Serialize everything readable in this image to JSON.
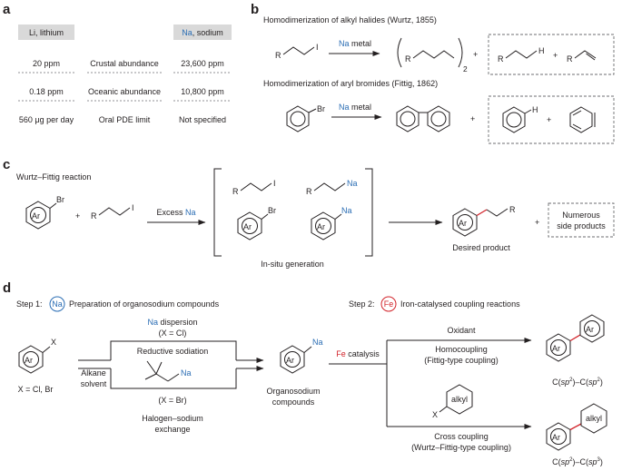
{
  "panels": {
    "a": "a",
    "b": "b",
    "c": "c",
    "d": "d"
  },
  "colors": {
    "sodium_blue": "#2a6db4",
    "new_bond_red": "#d2232a",
    "header_grey": "#d9d9d9"
  },
  "panel_a": {
    "left_header": "Li, lithium",
    "right_header_symbol": "Na",
    "right_header_rest": ", sodium",
    "rows": [
      {
        "li": "20 ppm",
        "label": "Crustal abundance",
        "na": "23,600 ppm"
      },
      {
        "li": "0.18 ppm",
        "label": "Oceanic abundance",
        "na": "10,800 ppm"
      },
      {
        "li": "560 μg per day",
        "label": "Oral PDE limit",
        "na": "Not specified"
      }
    ]
  },
  "panel_b": {
    "wurtz_title": "Homodimerization of alkyl halides (Wurtz, 1855)",
    "fittig_title": "Homodimerization of aryl bromides (Fittig, 1862)",
    "reagent_symbol": "Na",
    "reagent_rest": " metal",
    "R": "R",
    "I": "I",
    "H": "H",
    "Br": "Br",
    "subscript_2": "2",
    "plus": "+"
  },
  "panel_c": {
    "title": "Wurtz–Fittig reaction",
    "Ar": "Ar",
    "Br": "Br",
    "R": "R",
    "I": "I",
    "Na": "Na",
    "plus": "+",
    "excess_word": "Excess ",
    "excess_symbol": "Na",
    "insitu": "In-situ generation",
    "desired": "Desired product",
    "side_line1": "Numerous",
    "side_line2": "side products"
  },
  "panel_d": {
    "step1_prefix": "Step 1:",
    "step1_symbol": "Na",
    "step1_text": "Preparation of organosodium compounds",
    "step2_prefix": "Step 2:",
    "step2_symbol": "Fe",
    "step2_text": "Iron-catalysed coupling reactions",
    "dispersion_symbol": "Na",
    "dispersion_rest": " dispersion",
    "dispersion_cond": "(X = Cl)",
    "reductive": "Reductive sodiation",
    "alkane_1": "Alkane",
    "alkane_2": "solvent",
    "xbr_cond": "(X = Br)",
    "halogen_1": "Halogen–sodium",
    "halogen_2": "exchange",
    "X": "X",
    "Ar": "Ar",
    "Na": "Na",
    "alkyl": "alkyl",
    "x_cond": "X = Cl, Br",
    "organo_1": "Organosodium",
    "organo_2": "compounds",
    "fe_catalysis_symbol": "Fe",
    "fe_catalysis_rest": " catalysis",
    "oxidant": "Oxidant",
    "homo_1": "Homocoupling",
    "homo_2": "(Fittig-type coupling)",
    "cross_1": "Cross coupling",
    "cross_2": "(Wurtz–Fittig-type coupling)",
    "c_letter": "C(",
    "sp": "sp",
    "sup2": "2",
    "sup3": "3",
    "close_dash": ")–C(",
    "close": ")"
  }
}
